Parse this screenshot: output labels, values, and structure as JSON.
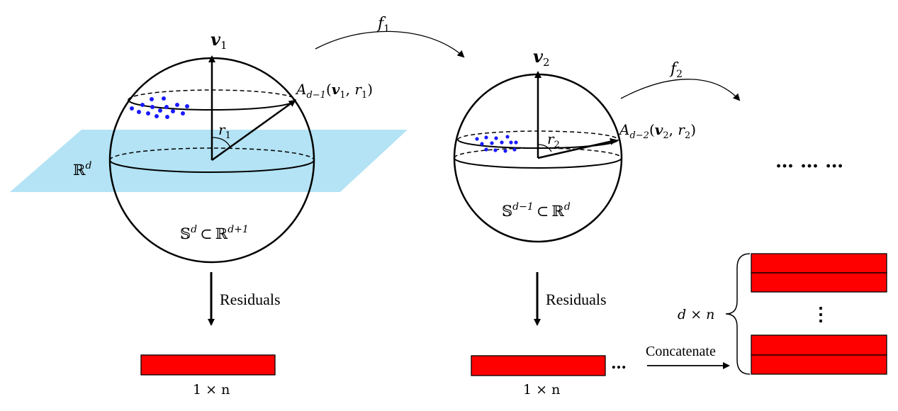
{
  "sphere1": {
    "vector": "v",
    "vector_sub": "1",
    "radius": "r",
    "radius_sub": "1",
    "plane": "ℝ",
    "plane_sup": "d",
    "sphere_name": "𝕊",
    "sphere_sup": "d",
    "subset_symbol": "⊂",
    "space": "ℝ",
    "space_sup": "d+1",
    "subsphere": {
      "A": "A",
      "A_sub": "d−1",
      "open": "(",
      "v": "v",
      "v_sub": "1",
      "comma": ", ",
      "r": "r",
      "r_sub": "1",
      "close": ")"
    }
  },
  "map1": {
    "f": "f",
    "f_sub": "1"
  },
  "sphere2": {
    "vector": "v",
    "vector_sub": "2",
    "radius": "r",
    "radius_sub": "2",
    "sphere_name": "𝕊",
    "sphere_sup": "d−1",
    "subset_symbol": "⊂",
    "space": "ℝ",
    "space_sup": "d",
    "subsphere": {
      "A": "A",
      "A_sub": "d−2",
      "open": "(",
      "v": "v",
      "v_sub": "2",
      "comma": ", ",
      "r": "r",
      "r_sub": "2",
      "close": ")"
    }
  },
  "map2": {
    "f": "f",
    "f_sub": "2"
  },
  "continuation": "… … …",
  "residuals_label": "Residuals",
  "residual_dim": "1 × n",
  "ellipsis": "…",
  "concatenate_label": "Concatenate",
  "matrix_dim": "d × n",
  "vertical_ellipsis": "⋮",
  "colors": {
    "plane": "#b3e3f4",
    "points": "#1a1aff",
    "bar": "#ff0000"
  }
}
